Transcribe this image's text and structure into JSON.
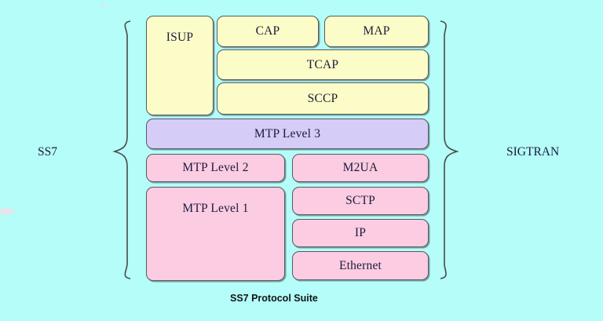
{
  "diagram": {
    "title": "SS7 Protocol Suite",
    "background_color": "#b4fdf9",
    "left_bracket_label": "SS7",
    "right_bracket_label": "SIGTRAN",
    "colors": {
      "application_layer": "#fcfcc8",
      "network_layer": "#d5ccf7",
      "transport_layer": "#fccce2",
      "border": "#555a5e",
      "text": "#1b1b3a"
    },
    "boxes": {
      "isup": "ISUP",
      "cap": "CAP",
      "map": "MAP",
      "tcap": "TCAP",
      "sccp": "SCCP",
      "mtp_level_3": "MTP Level 3",
      "mtp_level_2": "MTP Level 2",
      "mtp_level_1": "MTP Level 1",
      "m2ua": "M2UA",
      "sctp": "SCTP",
      "ip": "IP",
      "ethernet": "Ethernet"
    },
    "stacks": {
      "ss7_side": [
        "ISUP",
        "CAP",
        "MAP",
        "TCAP",
        "SCCP",
        "MTP Level 3",
        "MTP Level 2",
        "MTP Level 1"
      ],
      "sigtran_side": [
        "ISUP",
        "CAP",
        "MAP",
        "TCAP",
        "SCCP",
        "MTP Level 3",
        "M2UA",
        "SCTP",
        "IP",
        "Ethernet"
      ]
    }
  }
}
